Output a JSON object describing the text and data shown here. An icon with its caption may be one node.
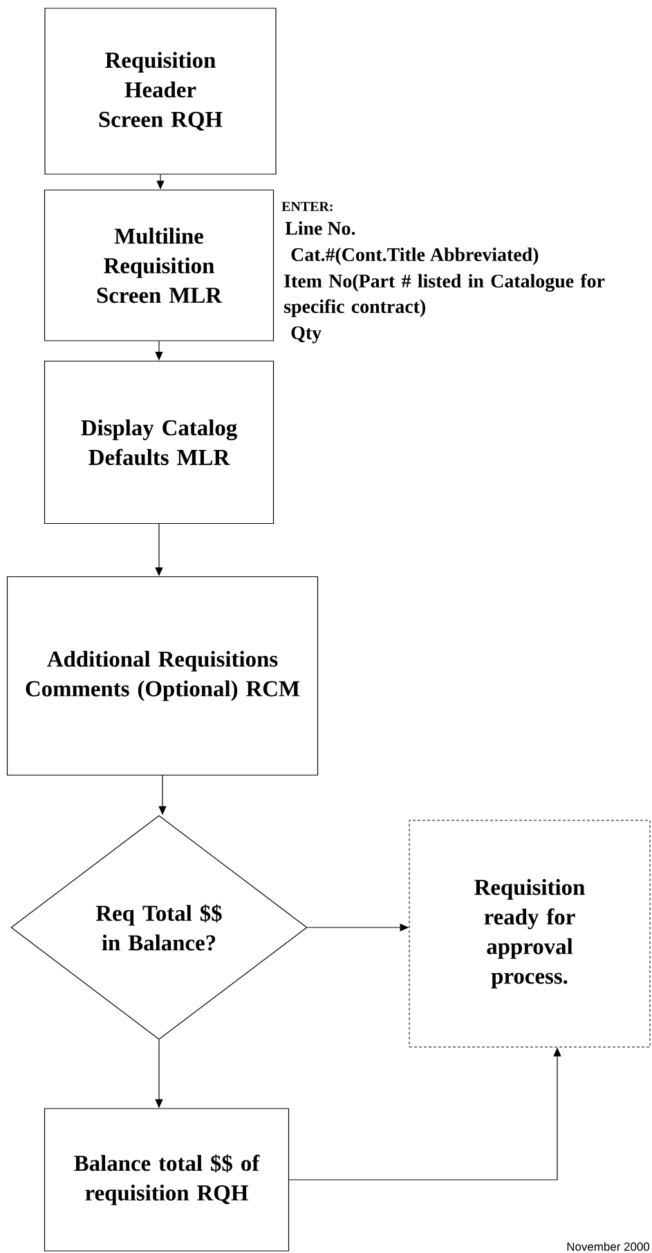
{
  "diagram": {
    "nodes": [
      {
        "text": [
          "Requisition Header Screen RQH"
        ]
      },
      {
        "text": [
          "Multiline Requisition Screen MLR"
        ],
        "beside": [
          "ENTER:",
          "Line No.",
          "Cat.#(Cont.Title  Abbreviated)",
          "Item No(Part # listed in Catalogue for specific contract)",
          "Qty"
        ]
      },
      {
        "text": [
          "Display Catalog Defaults MLR"
        ]
      },
      {
        "text": [
          "Additional Requisitions Comments (Optional) RCM"
        ]
      },
      {
        "text": [
          "Req Total $$ in Balance?"
        ]
      },
      {
        "text": [
          "Requisition ready for approval process."
        ]
      },
      {
        "text": [
          "Balance total $$ of requisition RQH"
        ]
      }
    ],
    "edges": [
      {
        "from": 0,
        "to": 1,
        "arrow": "to"
      },
      {
        "from": 1,
        "to": 2,
        "arrow": "to"
      },
      {
        "from": 2,
        "to": 3,
        "arrow": "to"
      },
      {
        "from": 3,
        "to": 4,
        "arrow": "to"
      },
      {
        "from": 4,
        "to": 5,
        "arrow": "to"
      },
      {
        "from": 4,
        "to": 6,
        "arrow": "to"
      },
      {
        "from": 6,
        "to": 5,
        "arrow": "to"
      }
    ],
    "labels": [
      "November 2000"
    ]
  }
}
